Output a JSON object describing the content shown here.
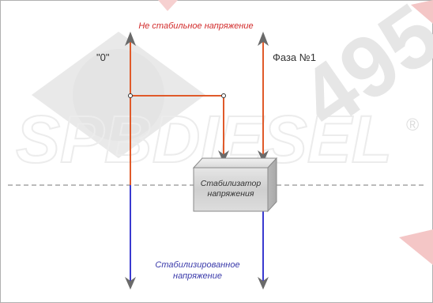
{
  "diagram": {
    "top_label": "Не стабильное напряжение",
    "zero_label": "\"0\"",
    "phase_label": "Фаза №1",
    "stabilizer_label_line1": "Стабилизатор",
    "stabilizer_label_line2": "напряжения",
    "bottom_label_line1": "Стабилизированное",
    "bottom_label_line2": "напряжение",
    "watermark_text": "SPBDIESEL",
    "watermark_number": "495",
    "watermark_registered": "®",
    "colors": {
      "unstable": "#e05a2a",
      "stabilized": "#3a3ad0",
      "arrow_head": "#6a6a6a",
      "box_fill": "#d9d9d9",
      "dash": "#777777",
      "red_text": "#d22c2c",
      "blue_text": "#3a3aaa"
    }
  }
}
